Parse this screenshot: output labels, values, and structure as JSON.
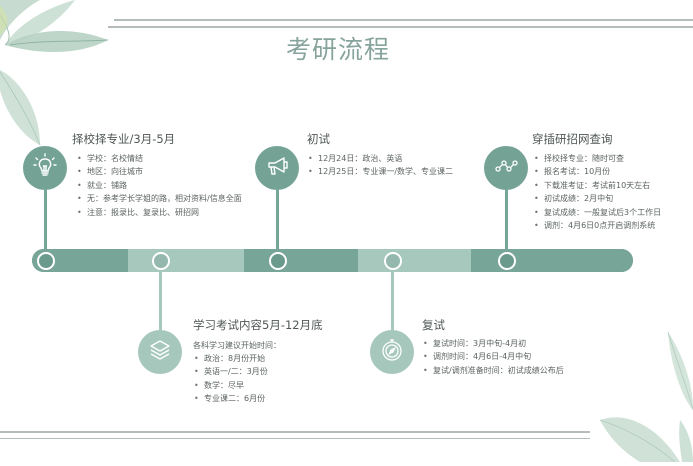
{
  "page": {
    "title": "考研流程"
  },
  "colors": {
    "accent_dark": "#77a597",
    "accent_light": "#a7c8bd",
    "title": "#86a39c",
    "rule": "#b6bcbb"
  },
  "timeline": {
    "stages": [
      {
        "position": "top",
        "icon": "lightbulb-icon",
        "title": "择校择专业/3月-5月",
        "items": [
          "学校：名校情结",
          "地区：向往城市",
          "就业：铺路",
          "无：参考学长学姐的路，相对资料/信息全面",
          "注意：报录比、复录比、研招网"
        ]
      },
      {
        "position": "bottom",
        "icon": "layers-icon",
        "title": "学习考试内容5月-12月底",
        "subhead": "各科学习建议开始时间：",
        "items": [
          "政治：8月份开始",
          "英语一/二：3月份",
          "数学：尽早",
          "专业课二：6月份"
        ]
      },
      {
        "position": "top",
        "icon": "megaphone-icon",
        "title": "初试",
        "items": [
          "12月24日：政治、英语",
          "12月25日：专业课一/数学、专业课二"
        ]
      },
      {
        "position": "bottom",
        "icon": "compass-icon",
        "title": "复试",
        "items": [
          "复试时间：3月中旬-4月初",
          "调剂时间：4月6日-4月中旬",
          "复试/调剂准备时间：初试成绩公布后"
        ]
      },
      {
        "position": "top",
        "icon": "line-chart-icon",
        "title": "穿插研招网查询",
        "items": [
          "择校择专业：随时可查",
          "报名考试：10月份",
          "下载准考证：考试前10天左右",
          "初试成绩：2月中旬",
          "复试成绩：一般复试后3个工作日",
          "调剂：4月6日0点开启调剂系统"
        ]
      }
    ]
  }
}
